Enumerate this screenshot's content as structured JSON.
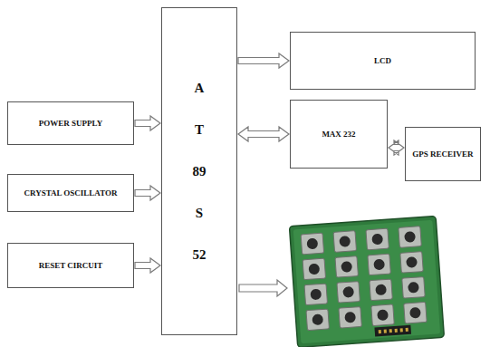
{
  "diagram": {
    "nodes": [
      {
        "text": [
          "POWER SUPPLY"
        ]
      },
      {
        "text": [
          "CRYSTAL OSCILLATOR"
        ]
      },
      {
        "text": [
          "RESET CIRCUIT"
        ]
      },
      {
        "text": [
          "AT89S52"
        ]
      },
      {
        "text": [
          "LCD"
        ]
      },
      {
        "text": [
          "MAX 232"
        ]
      },
      {
        "text": [
          "GPS RECEIVER"
        ]
      }
    ],
    "edges": [
      {
        "from": 0,
        "to": 3,
        "arrow": "to"
      },
      {
        "from": 1,
        "to": 3,
        "arrow": "to"
      },
      {
        "from": 2,
        "to": 3,
        "arrow": "to"
      },
      {
        "from": 3,
        "to": 4,
        "arrow": "to"
      },
      {
        "from": 3,
        "to": 5,
        "arrow": "both"
      },
      {
        "from": 5,
        "to": 6,
        "arrow": "both"
      }
    ]
  }
}
